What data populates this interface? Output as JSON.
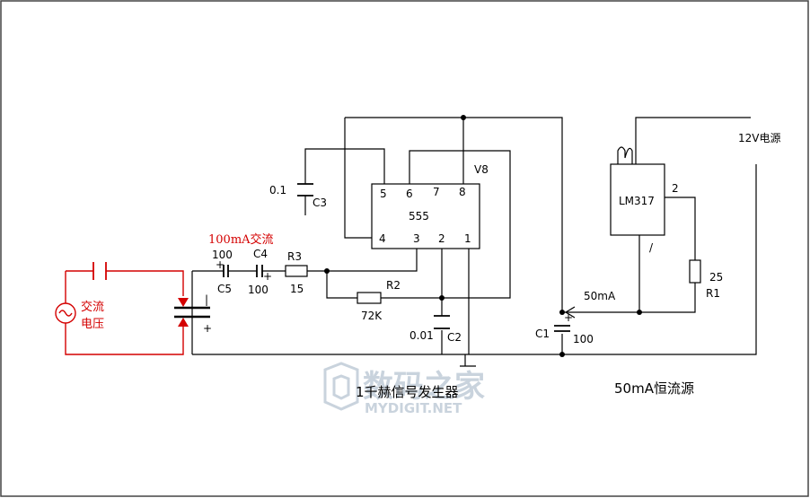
{
  "ic555": {
    "name": "555",
    "pins": {
      "p1": "1",
      "p2": "2",
      "p3": "3",
      "p4": "4",
      "p5": "5",
      "p6": "6",
      "p7": "7",
      "p8": "8"
    },
    "v8_label": "V8"
  },
  "regulator": {
    "name": "LM317",
    "pin2": "2",
    "pin_mark": "/"
  },
  "components": {
    "c3": {
      "value": "0.1",
      "name": "C3"
    },
    "c2": {
      "value": "0.01",
      "name": "C2"
    },
    "c1": {
      "value": "100",
      "name": "C1"
    },
    "c5": {
      "value": "100",
      "name": "C5"
    },
    "c4": {
      "value": "100",
      "name": "C4"
    },
    "r3": {
      "name": "R3",
      "value": "15"
    },
    "r2": {
      "name": "R2",
      "value": "72K"
    },
    "r1": {
      "value": "25",
      "name": "R1"
    }
  },
  "labels": {
    "ac_100ma": "100mA交流",
    "ac_source_line1": "交流",
    "ac_source_line2": "电压",
    "power_12v": "12V电源",
    "current_50ma": "50mA",
    "title_generator": "1千赫信号发生器",
    "title_ccs": "50mA恒流源",
    "plus": "+",
    "minus": "-",
    "minus_bar": "|"
  },
  "watermark": {
    "main": "数码之家",
    "sub": "MYDIGIT.NET"
  },
  "colors": {
    "wire": "#000000",
    "red": "#d40000",
    "frame": "#222222",
    "watermark": "#c9d3dd"
  }
}
